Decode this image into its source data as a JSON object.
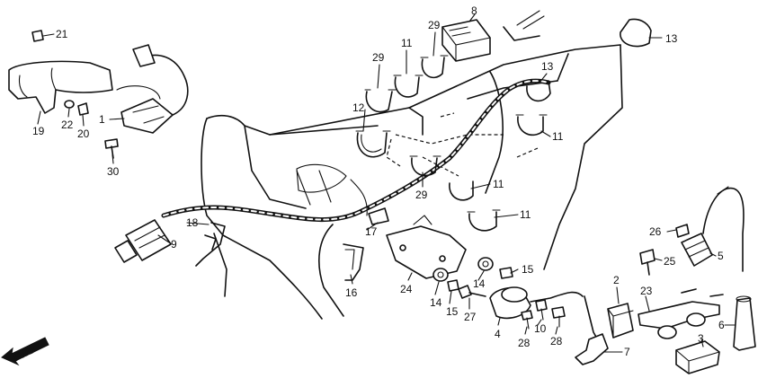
{
  "labels": {
    "l1": "1",
    "l2": "2",
    "l3": "3",
    "l4": "4",
    "l5": "5",
    "l6": "6",
    "l7": "7",
    "l8": "8",
    "l9": "9",
    "l10": "10",
    "l11a": "11",
    "l11b": "11",
    "l11c": "11",
    "l11d": "11",
    "l12": "12",
    "l13a": "13",
    "l13b": "13",
    "l14a": "14",
    "l14b": "14",
    "l15a": "15",
    "l15b": "15",
    "l16": "16",
    "l17": "17",
    "l18": "18",
    "l19": "19",
    "l20": "20",
    "l21": "21",
    "l22": "22",
    "l23": "23",
    "l24": "24",
    "l25": "25",
    "l26": "26",
    "l27": "27",
    "l28a": "28",
    "l28b": "28",
    "l29a": "29",
    "l29b": "29",
    "l29c": "29",
    "l30": "30"
  },
  "direction": {
    "text": "FWD"
  }
}
